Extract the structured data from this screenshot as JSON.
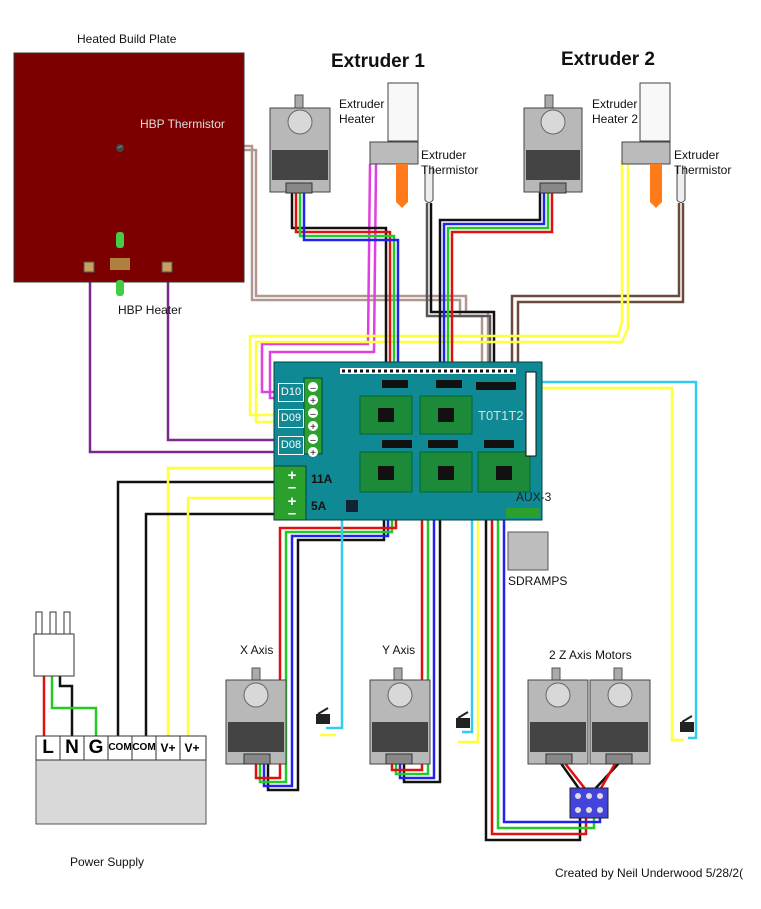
{
  "labels": {
    "heated_build_plate": "Heated Build Plate",
    "hbp_thermistor": "HBP Thermistor",
    "hbp_heater": "HBP Heater",
    "extruder1_title": "Extruder 1",
    "extruder2_title": "Extruder 2",
    "extruder_heater_1a": "Extruder",
    "extruder_heater_1b": "Heater",
    "extruder_heater_2a": "Extruder",
    "extruder_heater_2b": "Heater 2",
    "extruder_thermistor_1a": "Extruder",
    "extruder_thermistor_1b": "Thermistor",
    "extruder_thermistor_2a": "Extruder",
    "extruder_thermistor_2b": "Thermistor",
    "d10": "D10",
    "d09": "D09",
    "d08": "D08",
    "amp11": "11A",
    "amp5": "5A",
    "t0t1t2": "T0T1T2",
    "aux3": "AUX-3",
    "sdramps": "SDRAMPS",
    "x_axis": "X Axis",
    "y_axis": "Y Axis",
    "z_axis": "2 Z Axis Motors",
    "power_supply": "Power Supply",
    "credit": "Created by Neil Underwood 5/28/2("
  },
  "psu_terminals": [
    "L",
    "N",
    "G",
    "COM",
    "COM",
    "V+",
    "V+"
  ],
  "colors": {
    "build_plate": "#7c0000",
    "ramps_board": "#0f8a94",
    "driver_board": "#1d8a3a",
    "wire_yellow": "#ffff3d",
    "wire_purple": "#7a2a8a",
    "wire_magenta": "#e040e0",
    "wire_tan": "#b09890",
    "wire_brown": "#6b4a3a",
    "wire_black": "#111111",
    "wire_red": "#e01010",
    "wire_green": "#22cc22",
    "wire_blue": "#2222ee",
    "wire_cyan": "#33ccee",
    "nozzle_orange": "#ff7a1a"
  }
}
